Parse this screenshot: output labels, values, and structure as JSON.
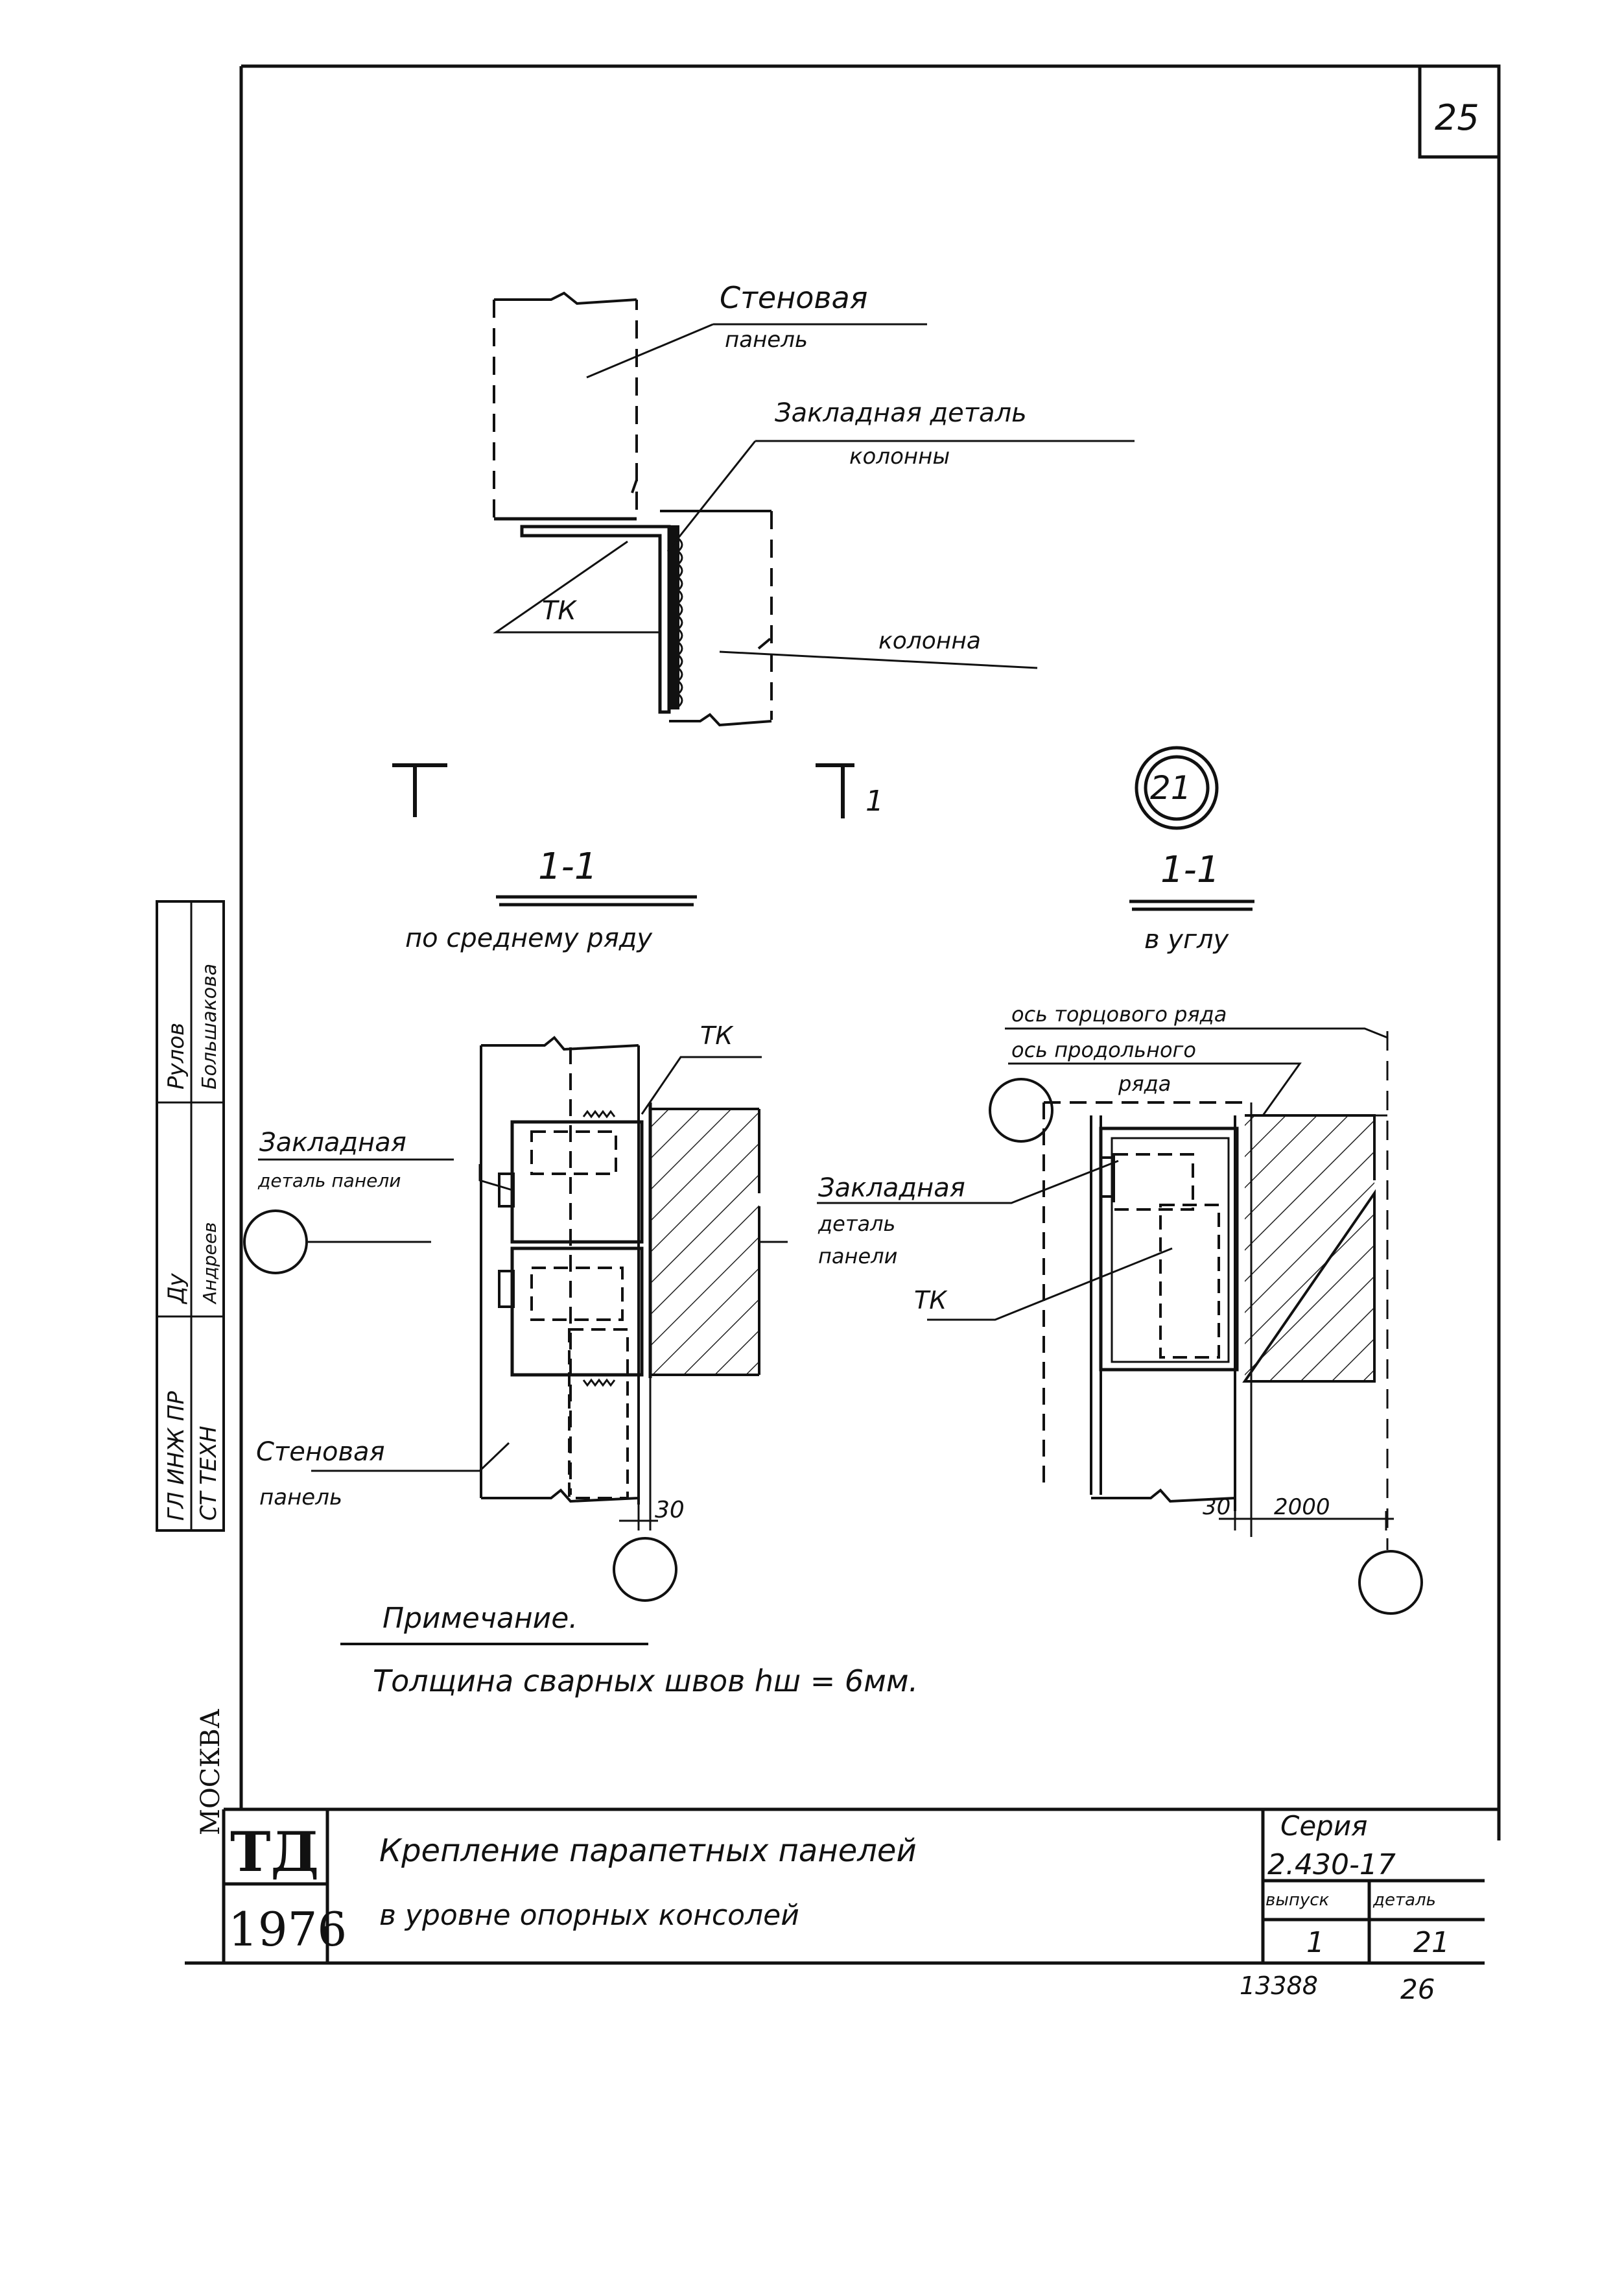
{
  "sheet": {
    "page_number": "25",
    "stamp_number": "13388",
    "bottom_right_number": "26"
  },
  "top_detail": {
    "label_wall_panel_line1": "Стеновая",
    "label_wall_panel_line2": "панель",
    "label_embedded_line1": "Закладная деталь",
    "label_embedded_line2": "колонны",
    "label_tk": "ТК",
    "label_column": "колонна",
    "section_mark": "1",
    "detail_number": "21"
  },
  "section_left": {
    "title": "1-1",
    "subtitle": "по среднему ряду",
    "label_tk": "ТК",
    "label_embedded_line1": "Закладная",
    "label_embedded_line2": "деталь панели",
    "label_wall_line1": "Стеновая",
    "label_wall_line2": "панель",
    "dim_30": "30"
  },
  "section_right": {
    "title": "1-1",
    "subtitle": "в углу",
    "label_axis_end_row": "ось торцового ряда",
    "label_axis_long_line1": "ось продольного",
    "label_axis_long_line2": "ряда",
    "label_embedded_line1": "Закладная",
    "label_embedded_line2": "деталь",
    "label_embedded_line3": "панели",
    "label_tk": "ТК",
    "dim_30": "30",
    "dim_2000": "2000"
  },
  "note": {
    "heading": "Примечание.",
    "text": "Толщина сварных швов hш = 6мм."
  },
  "side_stamp": {
    "row1_role": "ГЛ ИНЖ ПР",
    "row1_sign": "Ду",
    "row1_name": "Рулов",
    "row2_role": "СТ ТЕХН",
    "row2_sign": "Андреев",
    "row2_name": "Большакова",
    "city": "МОСКВА"
  },
  "title_block": {
    "logo": "ТД",
    "year": "1976",
    "title_line1": "Крепление парапетных панелей",
    "title_line2": "в уровне опорных консолей",
    "series_label": "Серия",
    "series_value": "2.430-17",
    "issue_label": "выпуск",
    "issue_value": "1",
    "detail_label": "деталь",
    "detail_value": "21"
  }
}
